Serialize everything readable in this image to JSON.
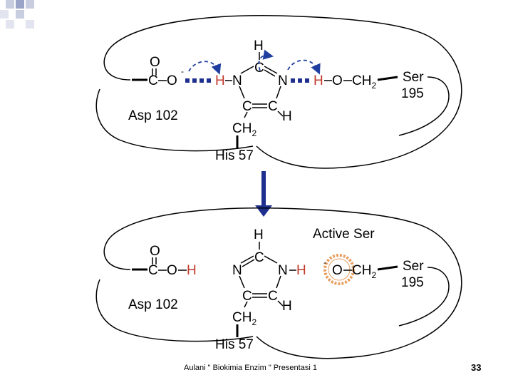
{
  "top": {
    "asp_o": "O",
    "asp_c": "C",
    "asp_ominus": "O",
    "asp_charge": "-",
    "asp_label": "Asp 102",
    "his_h_left": "H",
    "his_n1": "N",
    "his_c_top": "C",
    "his_h_top": "H",
    "his_n2": "N",
    "his_c_bl": "C",
    "his_c_br": "C",
    "his_h_ring": "H",
    "his_ch2": "CH",
    "his_ch2_sub": "2",
    "his_label": "His 57",
    "ser_h": "H",
    "ser_o": "O",
    "ser_ch2": "CH",
    "ser_ch2_sub": "2",
    "ser_label_1": "Ser",
    "ser_label_2": "195"
  },
  "bottom": {
    "asp_o": "O",
    "asp_c": "C",
    "asp_o2": "O",
    "asp_h": "H",
    "asp_label": "Asp 102",
    "his_n1": "N",
    "his_c_top": "C",
    "his_h_top": "H",
    "his_n2": "N",
    "his_h_n2": "H",
    "his_c_bl": "C",
    "his_c_br": "C",
    "his_h_ring": "H",
    "his_ch2": "CH",
    "his_ch2_sub": "2",
    "his_label": "His 57",
    "ser_charge": "-",
    "ser_o": "O",
    "ser_ch2": "CH",
    "ser_ch2_sub": "2",
    "ser_label_1": "Ser",
    "ser_label_2": "195",
    "active_label": "Active Ser"
  },
  "footer": "Aulani \" Biokimia Enzim \" Presentasi 1",
  "page_number": "33",
  "colors": {
    "blue": "#1f2f8f",
    "arrow": "#1f3fa0",
    "red": "#c0392b",
    "burst": "#e8a060"
  }
}
